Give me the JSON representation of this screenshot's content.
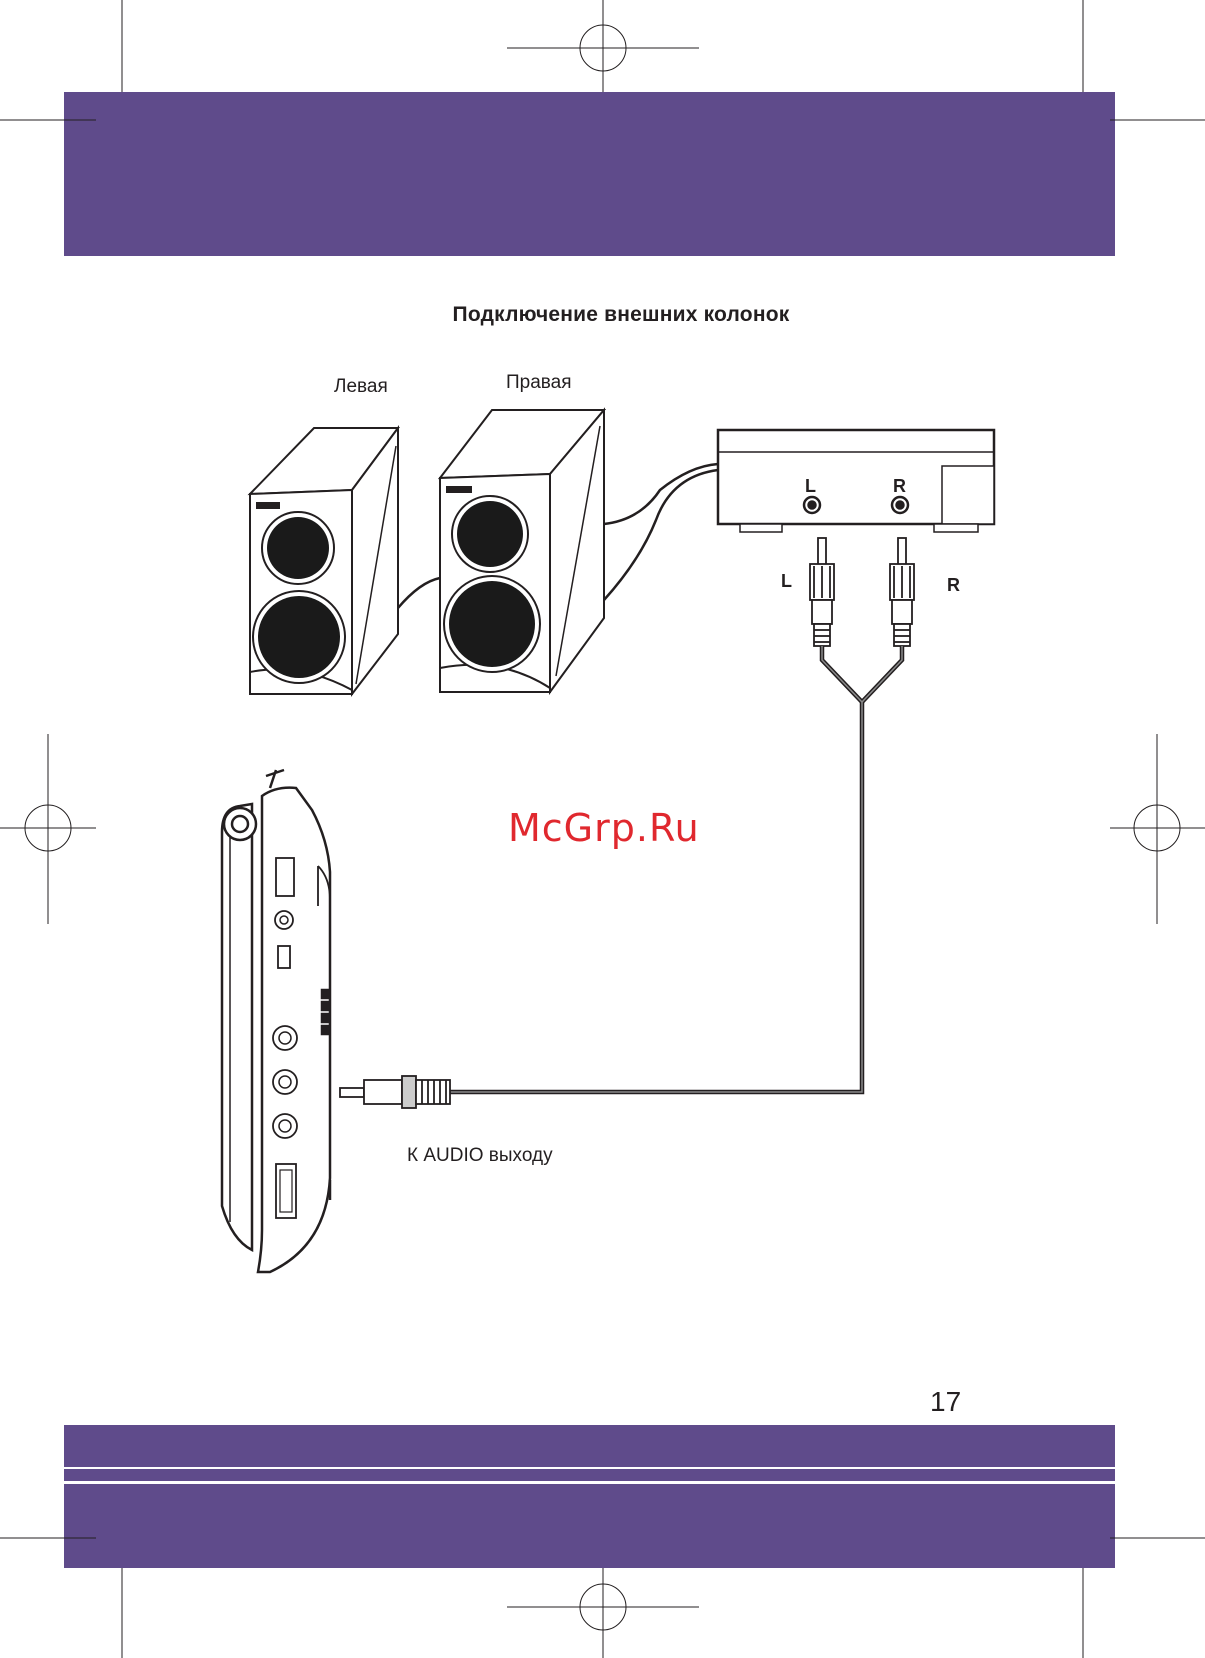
{
  "title": "Подключение внешних колонок",
  "speakers": {
    "left_label": "Левая",
    "right_label": "Правая"
  },
  "amplifier": {
    "jack_left": "L",
    "jack_right": "R"
  },
  "plugs": {
    "left": "L",
    "right": "R"
  },
  "player": {
    "output_label": "К AUDIO выходу"
  },
  "watermark": "McGrp.Ru",
  "page_number": "17",
  "colors": {
    "band": "#5f4b8b",
    "watermark": "#e0282e"
  }
}
